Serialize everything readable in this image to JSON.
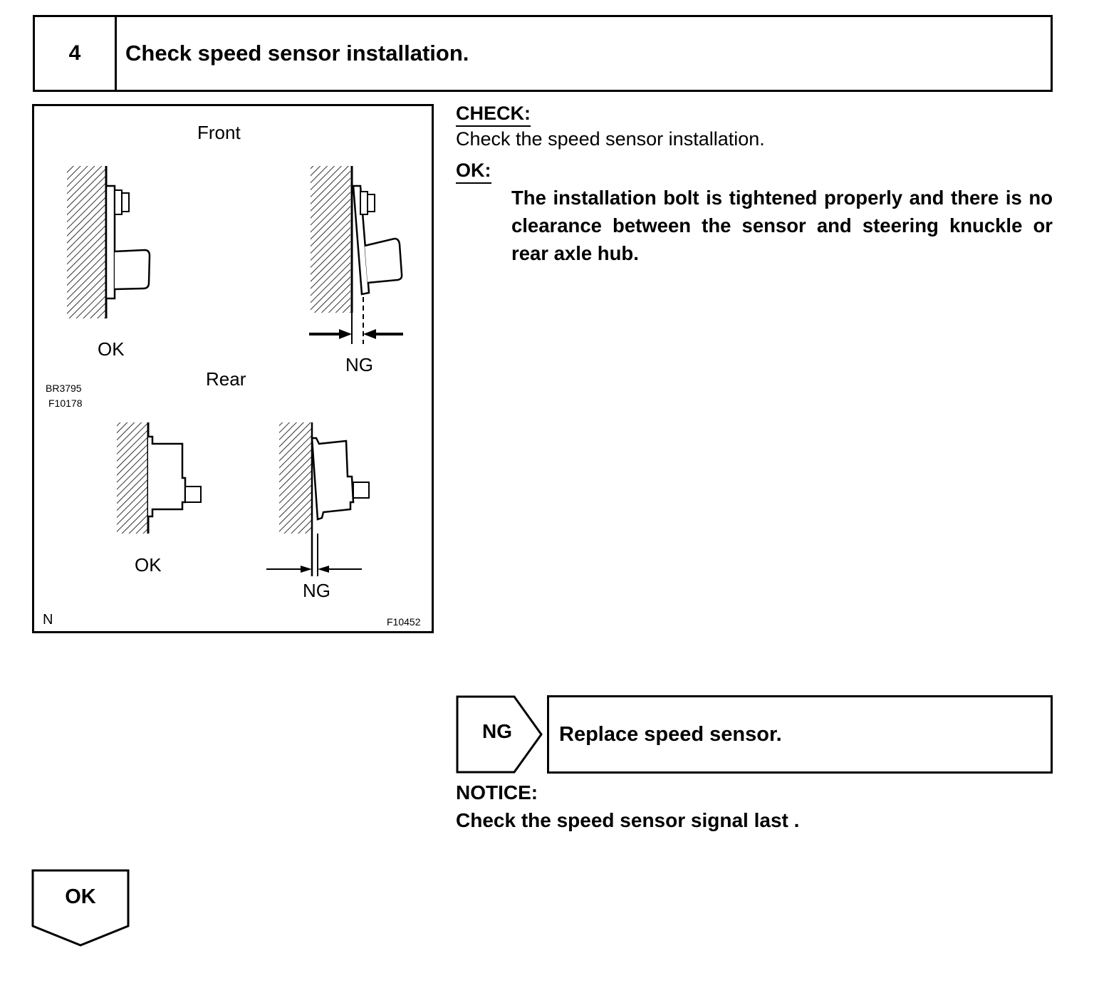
{
  "step": {
    "number": "4",
    "title": "Check speed sensor installation."
  },
  "figure": {
    "front_label": "Front",
    "rear_label": "Rear",
    "front_ok": "OK",
    "front_ng": "NG",
    "rear_ok": "OK",
    "rear_ng": "NG",
    "ref_code_1": "BR3795",
    "ref_code_2": "F10178",
    "corner_mark": "N",
    "figure_code": "F10452"
  },
  "check": {
    "label": "CHECK:",
    "text": "Check the speed sensor installation."
  },
  "ok": {
    "label": "OK:",
    "text": "The installation bolt is tightened properly and there is no clearance between the sensor and steering knuckle or rear axle hub."
  },
  "ng_result": {
    "label": "NG",
    "action": "Replace speed sensor."
  },
  "notice": {
    "label": "NOTICE:",
    "text": "Check the speed sensor signal last ."
  },
  "ok_result": {
    "label": "OK"
  }
}
